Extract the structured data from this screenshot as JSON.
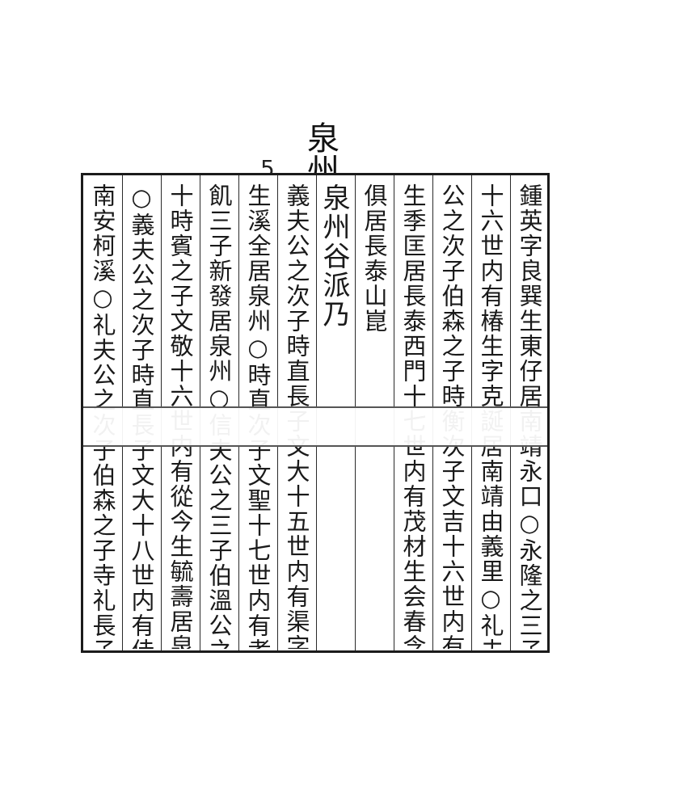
{
  "header": {
    "title": "泉州谷派乃",
    "page_number": "5"
  },
  "columns": [
    "鍾英字良巽生東仔居南靖永口○永隆之三子文仁",
    "十六世内有椿生字克誕居南靖由義里○礼夫",
    "公之次子伯森之子時衡次子文吉十六世内有崇恩",
    "生季匡居長泰西門十七世内有茂材生会春含岩",
    "俱居長泰山崑",
    "泉州谷派乃",
    "義夫公之次子時直長子文大十五世内有渠字体",
    "生溪全居泉州○時直次子文聖十七世内有孝成字",
    "飢三子新發居泉州○信夫公之三子伯溫公之",
    "十時賓之子文敬十六世内有從今生毓壽居泉州",
    "○義夫公之次子時直長子文大十八世内有佳字光顯居",
    "南安柯溪○礼夫公之次子伯森之子寺礼長子文自"
  ]
}
